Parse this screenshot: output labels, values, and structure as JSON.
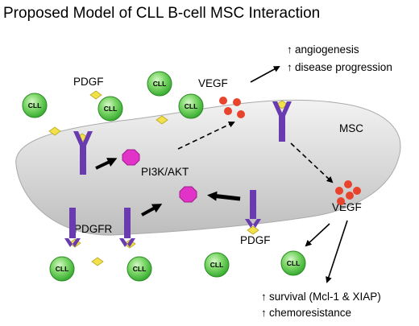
{
  "title": "Proposed Model of CLL B-cell MSC Interaction",
  "labels": {
    "pdgf_top": "PDGF",
    "vegf_top": "VEGF",
    "msc": "MSC",
    "pi3k": "PI3K/AKT",
    "pdgfr": "PDGFR",
    "pdgf_bottom": "PDGF",
    "vegf_right": "VEGF"
  },
  "cll_label": "CLL",
  "outcomes_top": {
    "arrow_glyph": "↑",
    "line1": "angiogenesis",
    "line2": "disease progression"
  },
  "outcomes_bottom": {
    "arrow_glyph": "↑",
    "line1": "survival (Mcl-1 & XIAP)",
    "line2": "chemoresistance"
  },
  "colors": {
    "cell_fill": "#d9d9d9",
    "cll_cell": "#44c644",
    "receptor": "#6a3ab0",
    "ligand_pdgf": "#f2e14a",
    "vegf_dot": "#e8432c",
    "signal_node": "#e233c8"
  }
}
